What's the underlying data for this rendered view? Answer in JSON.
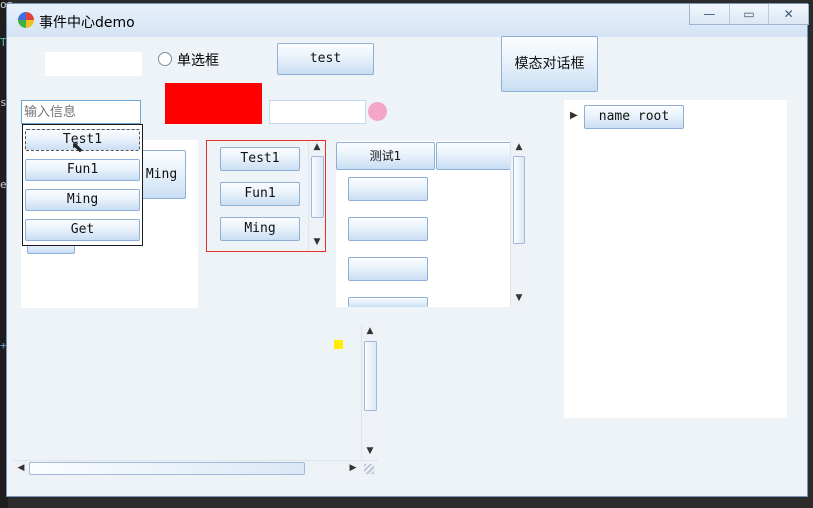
{
  "background": {
    "chars": [
      "on",
      "T",
      "s",
      "e",
      "+"
    ]
  },
  "window": {
    "title": "事件中心demo",
    "controls": {
      "minimize": "—",
      "maximize": "▭",
      "close": "✕"
    }
  },
  "top": {
    "radio_label": "单选框",
    "test_button": "test",
    "modal_button": "模态对话框",
    "red_block_color": "#ff0000",
    "pink_dot_color": "#f4a6c8"
  },
  "search": {
    "placeholder": "输入信息"
  },
  "dropdown": {
    "items": [
      "Test1",
      "Fun1",
      "Ming",
      "Get"
    ]
  },
  "left_panel": {
    "partial_button": "Ming"
  },
  "middle_list": {
    "buttons": [
      "Test1",
      "Fun1",
      "Ming"
    ]
  },
  "tab_list": {
    "tab1": "测试1",
    "tab2": ""
  },
  "tree": {
    "root_label": "name root"
  },
  "yellow_square_color": "#ffee00"
}
